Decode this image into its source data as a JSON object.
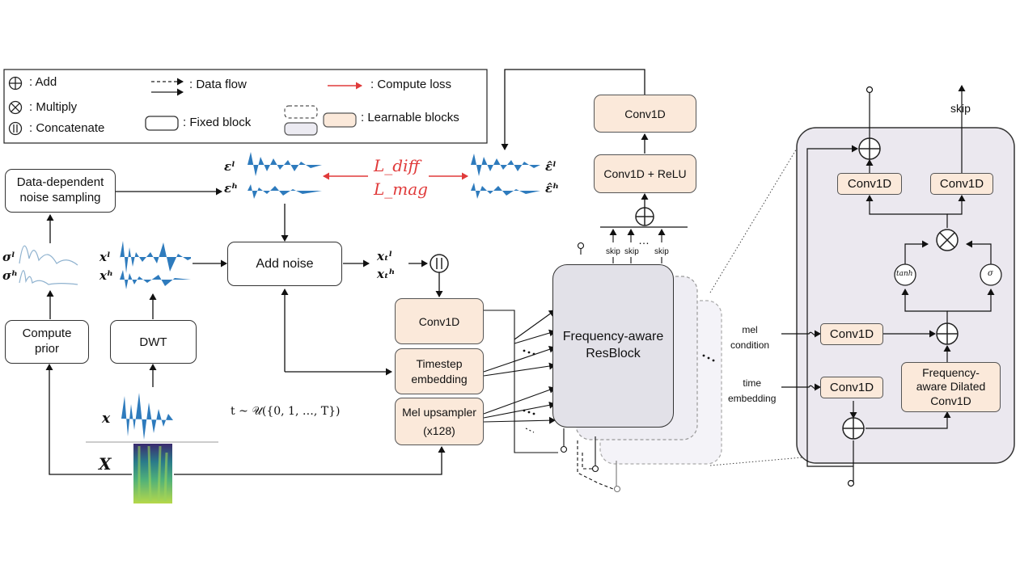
{
  "legend": {
    "add": ": Add",
    "multiply": ": Multiply",
    "concatenate": ": Concatenate",
    "data_flow": ": Data flow",
    "fixed_block": ": Fixed block",
    "compute_loss": ": Compute loss",
    "learnable_blocks": ": Learnable blocks"
  },
  "left": {
    "noise_sampling": "Data-dependent\nnoise sampling",
    "compute_prior": "Compute\nprior",
    "dwt": "DWT",
    "add_noise": "Add noise",
    "sigma_l": "σˡ",
    "sigma_h": "σʰ",
    "x_l": "xˡ",
    "x_h": "xʰ",
    "x": "x",
    "X": "X",
    "eps_l": "εˡ",
    "eps_h": "εʰ",
    "xt_l": "xₜˡ",
    "xt_h": "xₜʰ",
    "t_formula": "t ~ 𝒰({0, 1, …, T})"
  },
  "losses": {
    "diff": "L_diff",
    "mag": "L_mag"
  },
  "right_eps": {
    "l": "ε̂ˡ",
    "h": "ε̂ʰ"
  },
  "middle": {
    "conv1d": "Conv1D",
    "timestep": "Timestep\nembedding",
    "mel_up": "Mel upsampler\n(x128)",
    "resblock": "Frequency-aware\nResBlock",
    "conv_relu": "Conv1D + ReLU",
    "conv_top": "Conv1D",
    "skip": "skip",
    "dots": "…"
  },
  "detail": {
    "conv1d_a": "Conv1D",
    "conv1d_b": "Conv1D",
    "conv1d_mel": "Conv1D",
    "conv1d_time": "Conv1D",
    "dilated": "Frequency-\naware Dilated\nConv1D",
    "tanh": "tanh",
    "sigma": "σ",
    "skip": "skip",
    "mel_condition": "mel\ncondition",
    "time_embedding": "time\nembedding"
  }
}
